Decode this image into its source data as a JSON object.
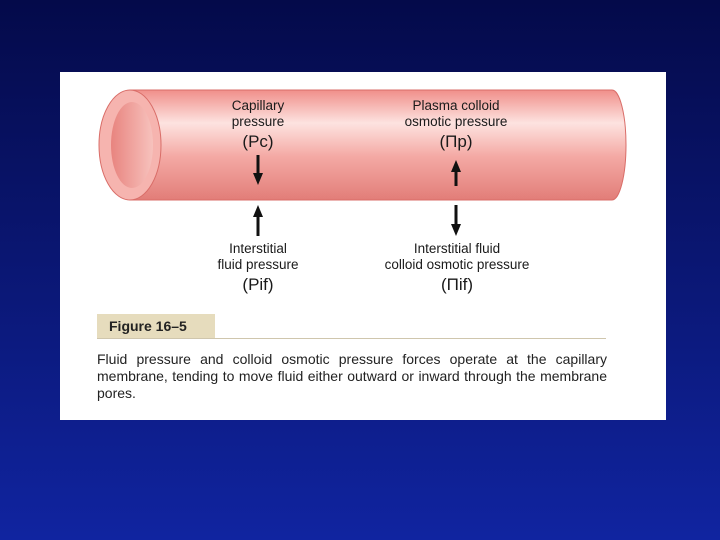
{
  "labels": {
    "capillary_pressure": {
      "line1": "Capillary",
      "line2": "pressure",
      "symbol": "(Pc)"
    },
    "plasma_colloid": {
      "line1": "Plasma colloid",
      "line2": "osmotic pressure",
      "symbol": "(Πp)"
    },
    "interstitial_fluid_pressure": {
      "line1": "Interstitial",
      "line2": "fluid pressure",
      "symbol": "(Pif)"
    },
    "interstitial_colloid": {
      "line1": "Interstitial fluid",
      "line2": "colloid osmotic pressure",
      "symbol": "(Πif)"
    }
  },
  "figure": {
    "number": "Figure 16–5",
    "caption": "Fluid pressure and colloid osmotic pressure forces operate at the capillary membrane, tending to move fluid either outward or inward through the membrane pores."
  },
  "colors": {
    "slide_background": "#0b1878",
    "capillary_fill": "#f2a5a0",
    "capillary_highlight": "#fde3e0",
    "caption_bar": "#e6dcbd"
  }
}
